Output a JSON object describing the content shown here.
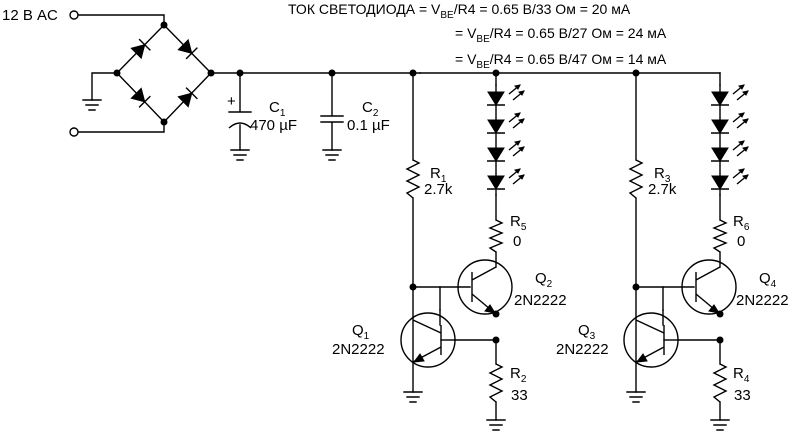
{
  "input": {
    "label": "12 В AC"
  },
  "formulas": {
    "line1": {
      "prefix": "ТОК СВЕТОДИОДА = V",
      "sub": "BE",
      "rest": "/R4 = 0.65 В/33 Ом = 20 мА"
    },
    "line2": {
      "prefix": "= V",
      "sub": "BE",
      "rest": "/R4 = 0.65 В/27 Ом = 24 мА"
    },
    "line3": {
      "prefix": "= V",
      "sub": "BE",
      "rest": "/R4 = 0.65 В/47 Ом = 14 мА"
    }
  },
  "components": {
    "C1": {
      "name": "C",
      "sub": "1",
      "value": "470 µF",
      "polarity": "+"
    },
    "C2": {
      "name": "C",
      "sub": "2",
      "value": "0.1 µF"
    },
    "R1": {
      "name": "R",
      "sub": "1",
      "value": "2.7k"
    },
    "R2": {
      "name": "R",
      "sub": "2",
      "value": "33"
    },
    "R3": {
      "name": "R",
      "sub": "3",
      "value": "2.7k"
    },
    "R4": {
      "name": "R",
      "sub": "4",
      "value": "33"
    },
    "R5": {
      "name": "R",
      "sub": "5",
      "value": "0"
    },
    "R6": {
      "name": "R",
      "sub": "6",
      "value": "0"
    },
    "Q1": {
      "name": "Q",
      "sub": "1",
      "part": "2N2222"
    },
    "Q2": {
      "name": "Q",
      "sub": "2",
      "part": "2N2222"
    },
    "Q3": {
      "name": "Q",
      "sub": "3",
      "part": "2N2222"
    },
    "Q4": {
      "name": "Q",
      "sub": "4",
      "part": "2N2222"
    }
  }
}
